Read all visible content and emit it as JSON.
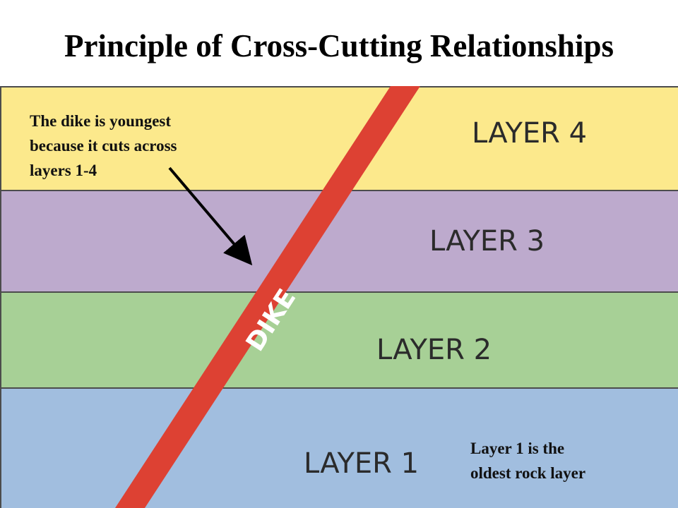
{
  "title": "Principle of Cross-Cutting Relationships",
  "colors": {
    "layer4": "#fce98c",
    "layer3": "#bdaacd",
    "layer2": "#a7d096",
    "layer1": "#a1bedf",
    "boundary": "#4c4c4c",
    "dike": "#dd4133",
    "dike_text": "#ffffff",
    "label_text": "#2b2b2b",
    "arrow": "#000000"
  },
  "layers": [
    {
      "id": "layer-4",
      "label": "LAYER  4",
      "color_key": "layer4"
    },
    {
      "id": "layer-3",
      "label": "LAYER 3",
      "color_key": "layer3"
    },
    {
      "id": "layer-2",
      "label": "LAYER 2",
      "color_key": "layer2"
    },
    {
      "id": "layer-1",
      "label": "LAYER 1",
      "color_key": "layer1"
    }
  ],
  "dike": {
    "label": "DIKE"
  },
  "callouts": {
    "dike_youngest": [
      "The dike is youngest",
      "because it cuts across",
      "layers 1-4"
    ],
    "layer1_oldest": [
      "Layer 1 is the",
      "oldest rock layer"
    ]
  }
}
